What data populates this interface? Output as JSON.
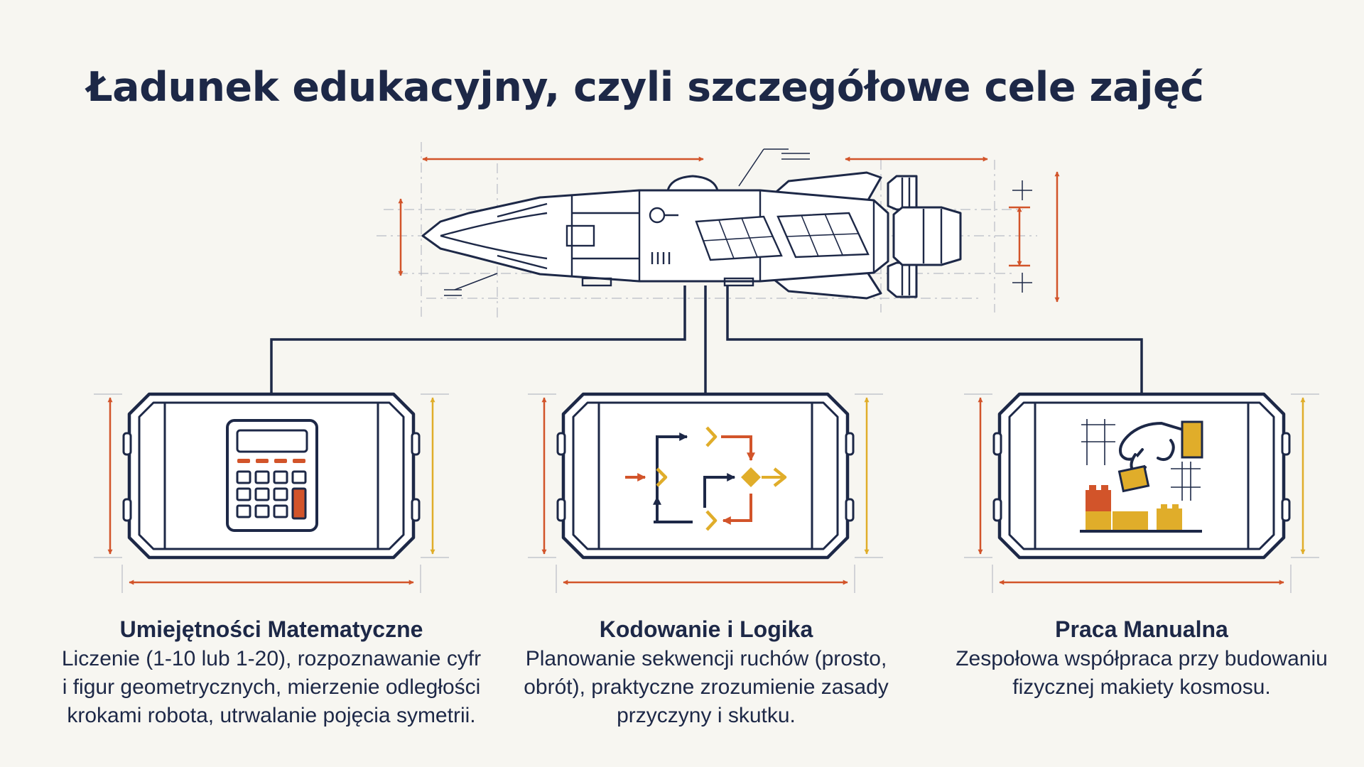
{
  "title": "Ładunek edukacyjny, czyli szczegółowe cele zajęć",
  "colors": {
    "navy": "#1d2847",
    "orange": "#d2542a",
    "yellow": "#e0ad2a",
    "background": "#f7f6f1"
  },
  "modules": [
    {
      "icon": "calculator-icon",
      "heading": "Umiejętności Matematyczne",
      "text": "Liczenie (1-10 lub 1-20), rozpoznawanie cyfr i figur geometrycznych, mierzenie odległości krokami robota, utrwalanie pojęcia symetrii."
    },
    {
      "icon": "flowchart-arrows-icon",
      "heading": "Kodowanie i Logika",
      "text": "Planowanie sekwencji ruchów (prosto, obrót), praktyczne zrozumienie zasady przyczyny i skutku."
    },
    {
      "icon": "hand-building-blocks-icon",
      "heading": "Praca Manualna",
      "text": "Zespołowa współpraca przy budowaniu fizycznej makiety kosmosu."
    }
  ]
}
